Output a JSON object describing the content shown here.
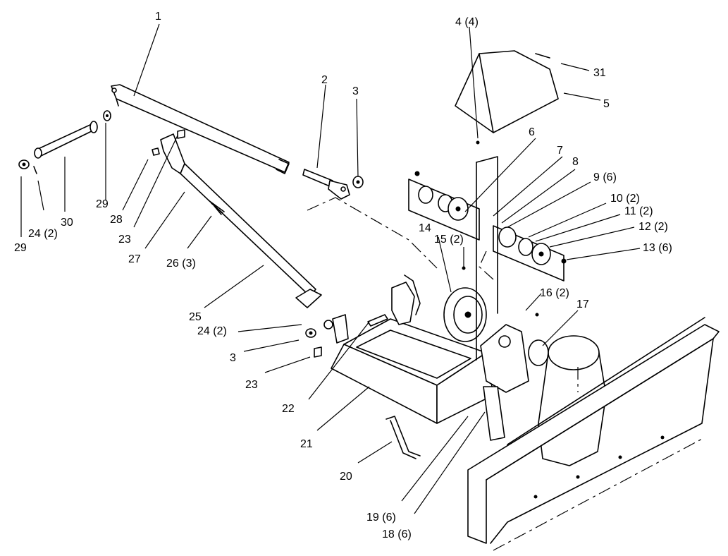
{
  "callouts": [
    {
      "id": "c1",
      "text": "1"
    },
    {
      "id": "c2",
      "text": "2"
    },
    {
      "id": "c3a",
      "text": "3"
    },
    {
      "id": "c4",
      "text": "4 (4)"
    },
    {
      "id": "c31",
      "text": "31"
    },
    {
      "id": "c5",
      "text": "5"
    },
    {
      "id": "c6",
      "text": "6"
    },
    {
      "id": "c7",
      "text": "7"
    },
    {
      "id": "c8",
      "text": "8"
    },
    {
      "id": "c9",
      "text": "9 (6)"
    },
    {
      "id": "c10",
      "text": "10 (2)"
    },
    {
      "id": "c11",
      "text": "11 (2)"
    },
    {
      "id": "c12",
      "text": "12 (2)"
    },
    {
      "id": "c13",
      "text": "13 (6)"
    },
    {
      "id": "c14",
      "text": "14"
    },
    {
      "id": "c15",
      "text": "15 (2)"
    },
    {
      "id": "c16",
      "text": "16 (2)"
    },
    {
      "id": "c17",
      "text": "17"
    },
    {
      "id": "c29a",
      "text": "29"
    },
    {
      "id": "c28",
      "text": "28"
    },
    {
      "id": "c23a",
      "text": "23"
    },
    {
      "id": "c27",
      "text": "27"
    },
    {
      "id": "c26",
      "text": "26 (3)"
    },
    {
      "id": "c30",
      "text": "30"
    },
    {
      "id": "c24a",
      "text": "24 (2)"
    },
    {
      "id": "c29b",
      "text": "29"
    },
    {
      "id": "c25",
      "text": "25"
    },
    {
      "id": "c24b",
      "text": "24 (2)"
    },
    {
      "id": "c3b",
      "text": "3"
    },
    {
      "id": "c23b",
      "text": "23"
    },
    {
      "id": "c22",
      "text": "22"
    },
    {
      "id": "c21",
      "text": "21"
    },
    {
      "id": "c20",
      "text": "20"
    },
    {
      "id": "c19",
      "text": "19 (6)"
    },
    {
      "id": "c18",
      "text": "18 (6)"
    }
  ]
}
